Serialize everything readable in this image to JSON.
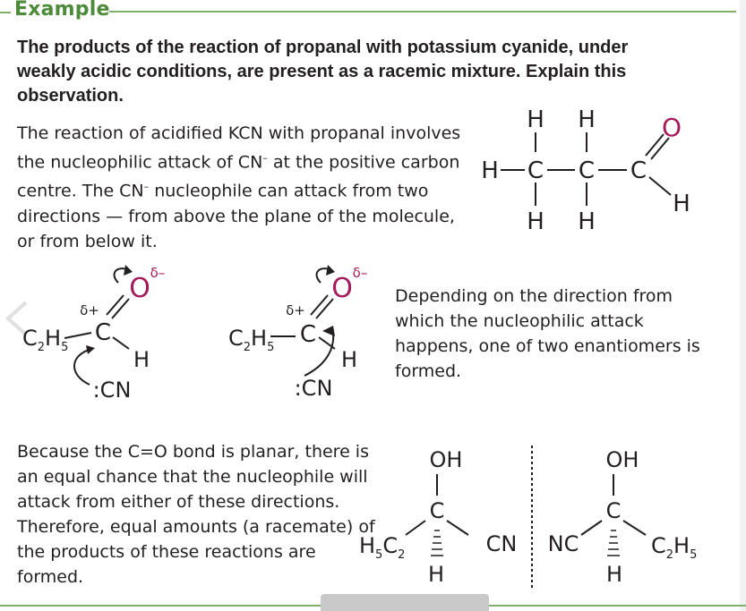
{
  "header": {
    "title": "Example"
  },
  "question": "The products of the reaction of propanal with potassium cyanide, under weakly acidic conditions, are present as a racemic mixture. Explain this observation.",
  "paragraph1": {
    "part1": "The reaction of acidified KCN with propanal involves the nucleophilic attack of CN",
    "sup1": "–",
    "part2": " at the positive carbon centre.  The CN",
    "sup2": "–",
    "part3": " nucleophile can attack from two directions — from above the plane of the molecule, or from below it."
  },
  "paragraph2": "Depending on the direction from which the nucleophilic attack happens, one of two enantiomers is formed.",
  "paragraph3": "Because the C=O bond is planar, there is an equal chance that the nucleophile will attack from either of these directions. Therefore, equal amounts (a racemate) of the products of these reactions are formed.",
  "propanal": {
    "h": "H",
    "c": "C",
    "o": "O"
  },
  "attack": {
    "delta_plus": "δ+",
    "delta_minus": "δ–",
    "o": "O",
    "c": "C",
    "h": "H",
    "ethyl_c": "C",
    "ethyl_sub2": "2",
    "ethyl_h": "H",
    "ethyl_sub5": "5",
    "cn": ":CN"
  },
  "products": {
    "oh": "OH",
    "c": "C",
    "h": "H",
    "cn": "CN",
    "nc": "NC",
    "h5c2_h": "H",
    "h5c2_5": "5",
    "h5c2_c": "C",
    "h5c2_2": "2",
    "c2h5_c": "C",
    "c2h5_2": "2",
    "c2h5_h": "H",
    "c2h5_5": "5"
  },
  "colors": {
    "title_green": "#4d8a3a",
    "rule_green": "#7fb06b",
    "magenta": "#a3195b",
    "text": "#231f20"
  }
}
